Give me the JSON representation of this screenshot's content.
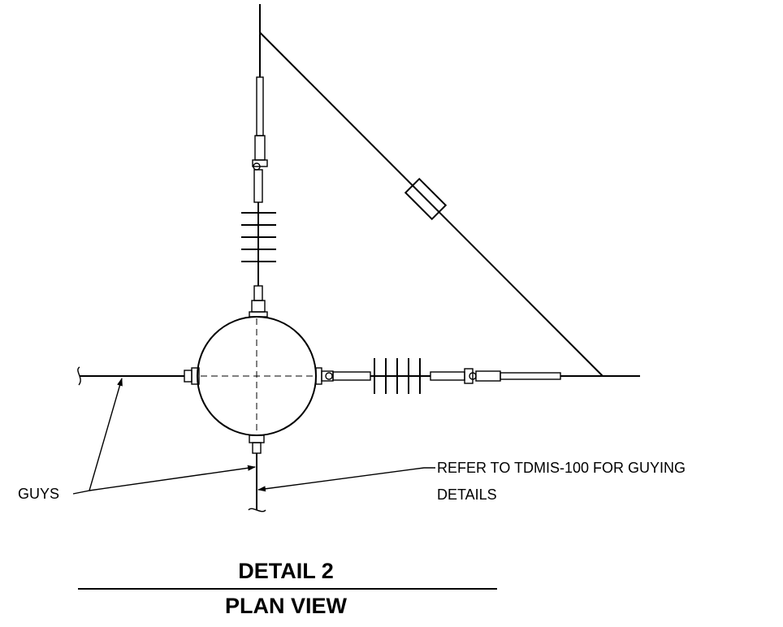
{
  "labels": {
    "guys": "GUYS",
    "refer_line1": "REFER TO TDMIS-100 FOR GUYING",
    "refer_line2": "DETAILS"
  },
  "title": {
    "line1": "DETAIL 2",
    "line2": "PLAN VIEW"
  }
}
